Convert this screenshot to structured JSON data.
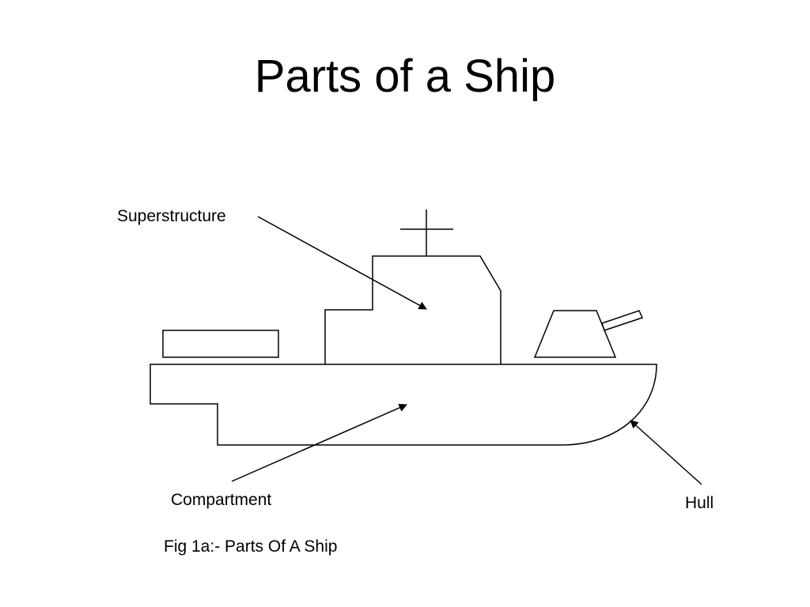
{
  "slide": {
    "title": "Parts of a Ship"
  },
  "diagram": {
    "labels": {
      "superstructure": "Superstructure",
      "compartment": "Compartment",
      "hull": "Hull"
    },
    "caption": "Fig 1a:- Parts Of A Ship"
  },
  "colors": {
    "line": "#000000",
    "background": "#ffffff"
  }
}
